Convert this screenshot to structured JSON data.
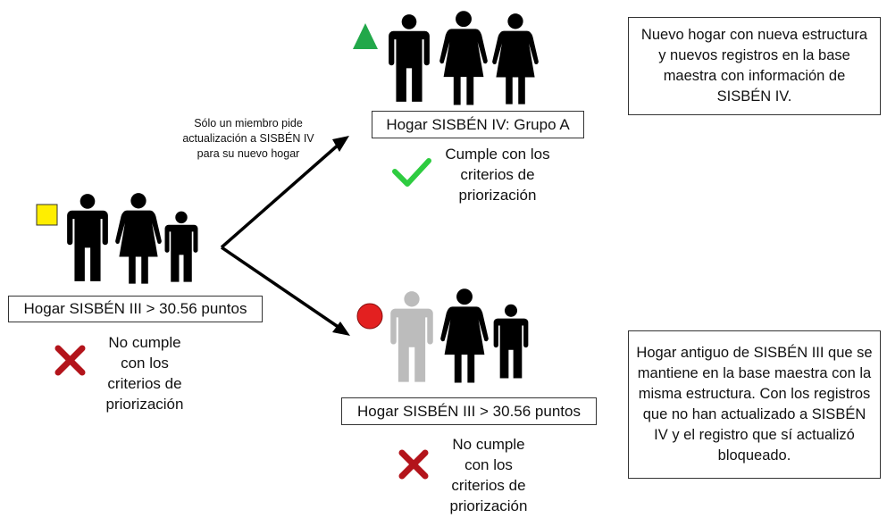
{
  "arrow_note": [
    "Sólo un miembro pide",
    "actualización a SISBÉN IV",
    "para su nuevo hogar"
  ],
  "origin": {
    "label": "Hogar SISBÉN III > 30.56 puntos",
    "criteria": [
      "No cumple",
      "con los",
      "criterios de",
      "priorización"
    ]
  },
  "new_home": {
    "label": "Hogar SISBÉN IV: Grupo A",
    "criteria": [
      "Cumple con los",
      "criterios de",
      "priorización"
    ],
    "note": "Nuevo hogar con nueva estructura y nuevos registros en la base maestra con información de SISBÉN IV."
  },
  "old_home": {
    "label": "Hogar SISBÉN III > 30.56 puntos",
    "criteria": [
      "No cumple",
      "con los",
      "criterios de",
      "priorización"
    ],
    "note": "Hogar antiguo de SISBÉN III que se mantiene en la base maestra con la misma estructura. Con los registros que no han actualizado a SISBÉN IV y el registro que sí actualizó bloqueado."
  },
  "colors": {
    "square": "#ffee00",
    "triangle": "#22a84a",
    "circle": "#e32020",
    "check": "#2ecc40",
    "cross": "#b3141b",
    "person": "#000000",
    "person_faded": "#bcbcbc"
  },
  "icons": [
    "yellow-square-icon",
    "green-triangle-icon",
    "red-circle-icon",
    "check-icon",
    "cross-icon",
    "man-icon",
    "woman-icon",
    "child-icon"
  ]
}
